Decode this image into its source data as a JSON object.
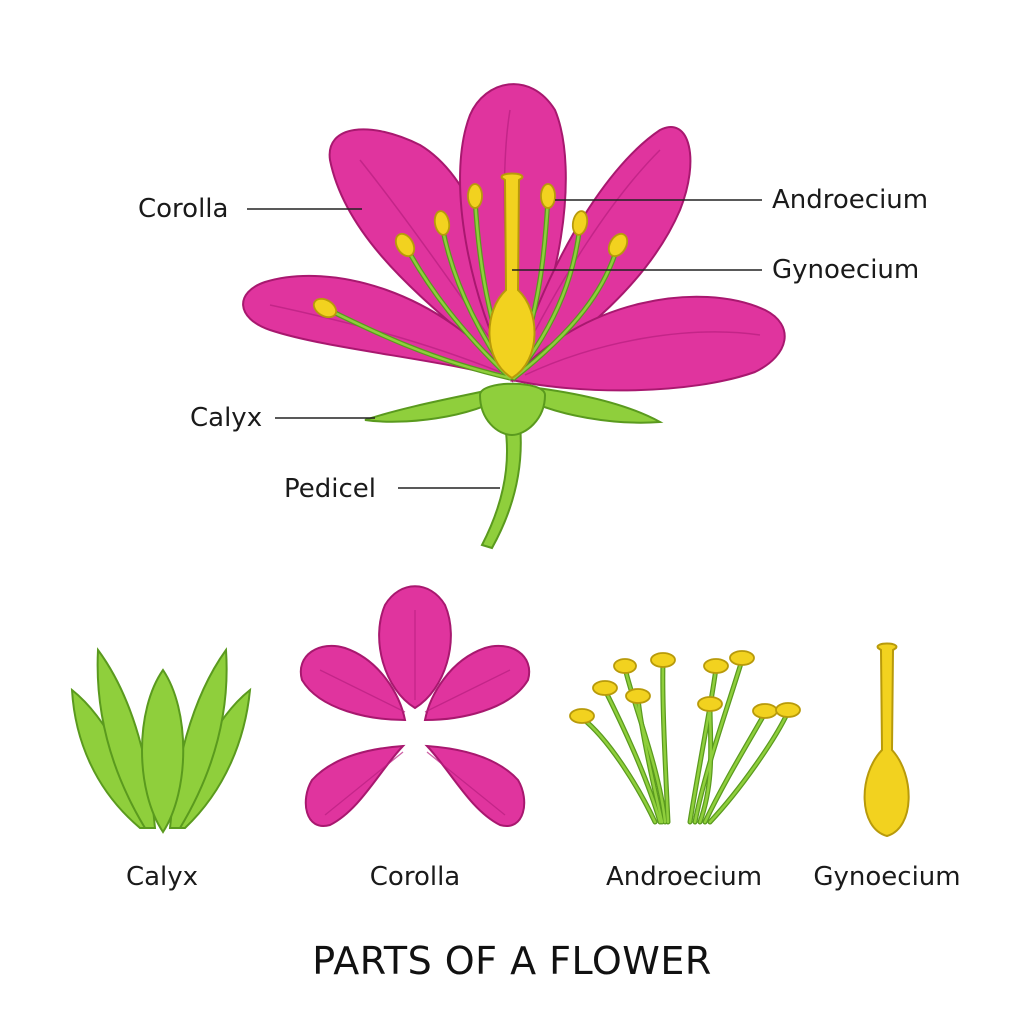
{
  "title": "PARTS OF A FLOWER",
  "callouts": {
    "corolla": "Corolla",
    "androecium": "Androecium",
    "gynoecium": "Gynoecium",
    "calyx": "Calyx",
    "pedicel": "Pedicel"
  },
  "parts": [
    {
      "label": "Calyx"
    },
    {
      "label": "Corolla"
    },
    {
      "label": "Androecium"
    },
    {
      "label": "Gynoecium"
    }
  ],
  "colors": {
    "petal": "#e0349e",
    "petal_stroke": "#a8186f",
    "petal_vein": "#b81f80",
    "green": "#8fcf3c",
    "green_dark": "#5a9a1e",
    "yellow": "#f2d21f",
    "yellow_stroke": "#b89a0a"
  }
}
